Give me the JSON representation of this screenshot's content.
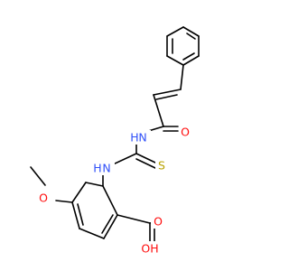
{
  "structure": {
    "atoms": {
      "amide_o": {
        "text": "O",
        "color": "#ff0d0d"
      },
      "amide_nh": {
        "text": "H",
        "color": "#3050f8"
      },
      "amide_n": {
        "text": "N",
        "color": "#3050f8"
      },
      "thio_s": {
        "text": "S",
        "color": "#b8a200"
      },
      "thio_nh": {
        "text": "H",
        "color": "#3050f8"
      },
      "thio_n": {
        "text": "N",
        "color": "#3050f8"
      },
      "methoxy_o": {
        "text": "O",
        "color": "#ff0d0d"
      },
      "acid_o": {
        "text": "O",
        "color": "#ff0d0d"
      },
      "acid_oh": {
        "text": "OH",
        "color": "#ff0d0d"
      }
    }
  }
}
